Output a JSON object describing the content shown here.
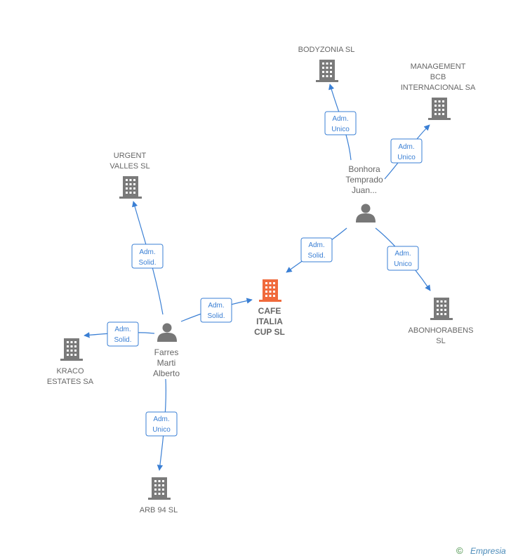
{
  "colors": {
    "company": "#7a7a7a",
    "company_focus": "#f06a3c",
    "person": "#777777",
    "edge": "#3a7fd4"
  },
  "companies": {
    "bodyzonia": {
      "lines": [
        "BODYZONIA SL"
      ],
      "icon": "building-icon"
    },
    "management": {
      "lines": [
        "MANAGEMENT",
        "BCB",
        "INTERNACIONAL SA"
      ],
      "icon": "building-icon"
    },
    "urgent": {
      "lines": [
        "URGENT",
        "VALLES SL"
      ],
      "icon": "building-icon"
    },
    "cafe": {
      "lines": [
        "CAFE",
        "ITALIA",
        "CUP  SL"
      ],
      "icon": "building-icon"
    },
    "abonhorabens": {
      "lines": [
        "ABONHORABENS",
        "SL"
      ],
      "icon": "building-icon"
    },
    "kraco": {
      "lines": [
        "KRACO",
        "ESTATES SA"
      ],
      "icon": "building-icon"
    },
    "arb": {
      "lines": [
        "ARB 94 SL"
      ],
      "icon": "building-icon"
    }
  },
  "persons": {
    "bonhora": {
      "lines": [
        "Bonhora",
        "Temprado",
        "Juan..."
      ],
      "icon": "person-icon"
    },
    "farres": {
      "lines": [
        "Farres",
        "Marti",
        "Alberto"
      ],
      "icon": "person-icon"
    }
  },
  "relations": {
    "bonhora_bodyzonia": [
      "Adm.",
      "Unico"
    ],
    "bonhora_management": [
      "Adm.",
      "Unico"
    ],
    "bonhora_cafe": [
      "Adm.",
      "Solid."
    ],
    "bonhora_abonhorabens": [
      "Adm.",
      "Unico"
    ],
    "farres_urgent": [
      "Adm.",
      "Solid."
    ],
    "farres_cafe": [
      "Adm.",
      "Solid."
    ],
    "farres_kraco": [
      "Adm.",
      "Solid."
    ],
    "farres_arb": [
      "Adm.",
      "Unico"
    ]
  },
  "brand": {
    "copyright": "©",
    "name": "Empresia"
  }
}
